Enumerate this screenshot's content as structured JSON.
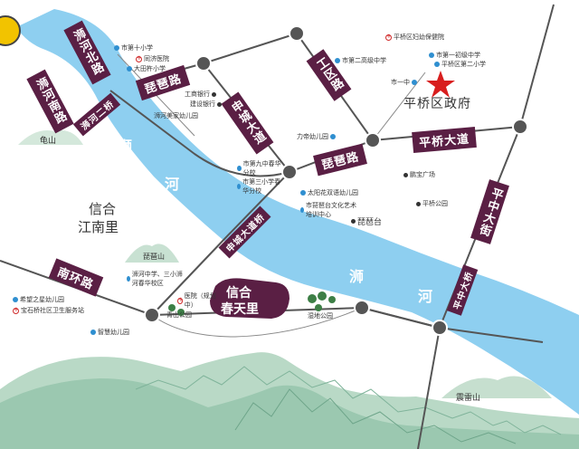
{
  "colors": {
    "river": "#8ecff0",
    "road_label_bg": "#5a1f44",
    "road_line": "#555555",
    "mountain": "#9bc8b0",
    "star": "#d81e1e",
    "school": "#2f8fd0",
    "hospital": "#d02a2a"
  },
  "river": {
    "name_1": "浉",
    "name_2": "河",
    "name_3": "浉",
    "name_4": "河"
  },
  "roads": {
    "shihe_north": "浉河北路",
    "shihe_south": "浉河南路",
    "pipa_top": "琵琶路",
    "shencheng": "申城大道",
    "gongqu": "工区路",
    "pingqiao": "平桥大道",
    "pipa_mid": "琵琶路",
    "pingzhong": "平中大街",
    "nanhuan": "南环路",
    "bridge_1": "浉河二桥",
    "bridge_2": "申城大道桥",
    "bridge_3": "平中大桥"
  },
  "pois": {
    "school_10": "市第十小学",
    "tongji": "同济医院",
    "dadian": "大田杵小学",
    "icbc": "工商银行",
    "ccb": "建设银行",
    "shuichan": "浉河美家幼儿园",
    "maternity": "平桥区妇幼保健院",
    "school_2mid": "市第二高级中学",
    "school_1mid": "市第一初级中学",
    "school_2pri": "平桥区第二小学",
    "no1": "市一中",
    "gov": "平桥区政府",
    "liyuan": "力帝幼儿园",
    "pingqiao_plaza": "鹏宝广场",
    "pingqiao_park": "平桥公园",
    "pipa_tai": "琵琶台",
    "taiyang": "太阳花双语幼儿园",
    "wenhua": "市琵琶台文化艺术培训中心",
    "school_9": "市第九中春华分校",
    "school_3": "市第三小学春华分校",
    "shihe_mid": "浉河中学、三小浉河春华校区",
    "hospital_q": "医院（规划中）",
    "park_qingshan": "青山公园",
    "shidi_park": "湿地公园",
    "xiwang": "希望之星幼儿园",
    "baoshi": "宝石桥社区卫生服务站",
    "zhihui": "智慧幼儿园"
  },
  "areas": {
    "guishan": "龟山",
    "xinhe": "信合",
    "jiangnanli": "江南里",
    "pipashan": "琵琶山",
    "dev_1": "信合",
    "dev_2": "春天里",
    "leishan": "震雷山"
  }
}
